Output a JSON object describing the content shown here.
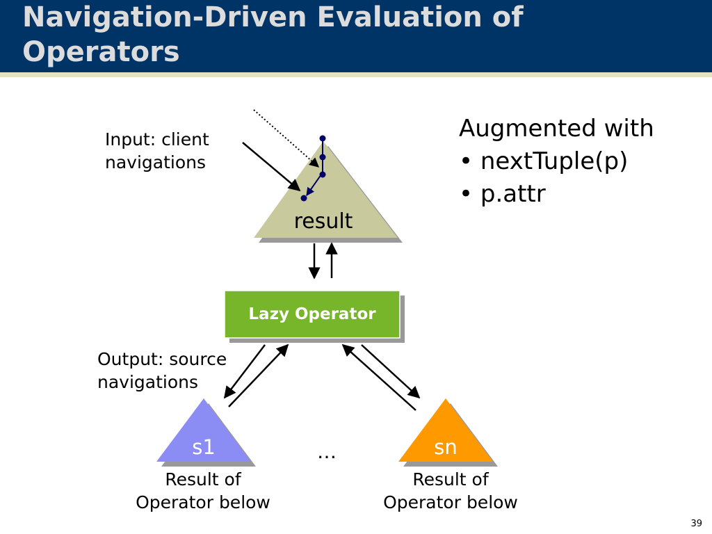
{
  "slide": {
    "title": "Navigation-Driven Evaluation of Operators",
    "number": "39"
  },
  "diagram": {
    "input_label": "Input: client\nnavigations",
    "output_label": "Output: source\nnavigations",
    "result_triangle": "result",
    "lazy_operator": "Lazy Operator",
    "s1_triangle": "s1",
    "sn_triangle": "sn",
    "ellipsis": "…",
    "s1_caption": "Result of\nOperator below",
    "sn_caption": "Result of\nOperator below"
  },
  "augmented": {
    "heading": "Augmented with",
    "items": [
      "nextTuple(p)",
      "p.attr"
    ]
  },
  "colors": {
    "title_bar": "#003366",
    "title_rule": "#e7e2bf",
    "result_fill": "#c8c99d",
    "lazy_fill": "#77b52a",
    "s1_fill": "#8c8cf5",
    "sn_fill": "#ff9900",
    "shadow": "#999999",
    "navigation_node": "#000066"
  }
}
